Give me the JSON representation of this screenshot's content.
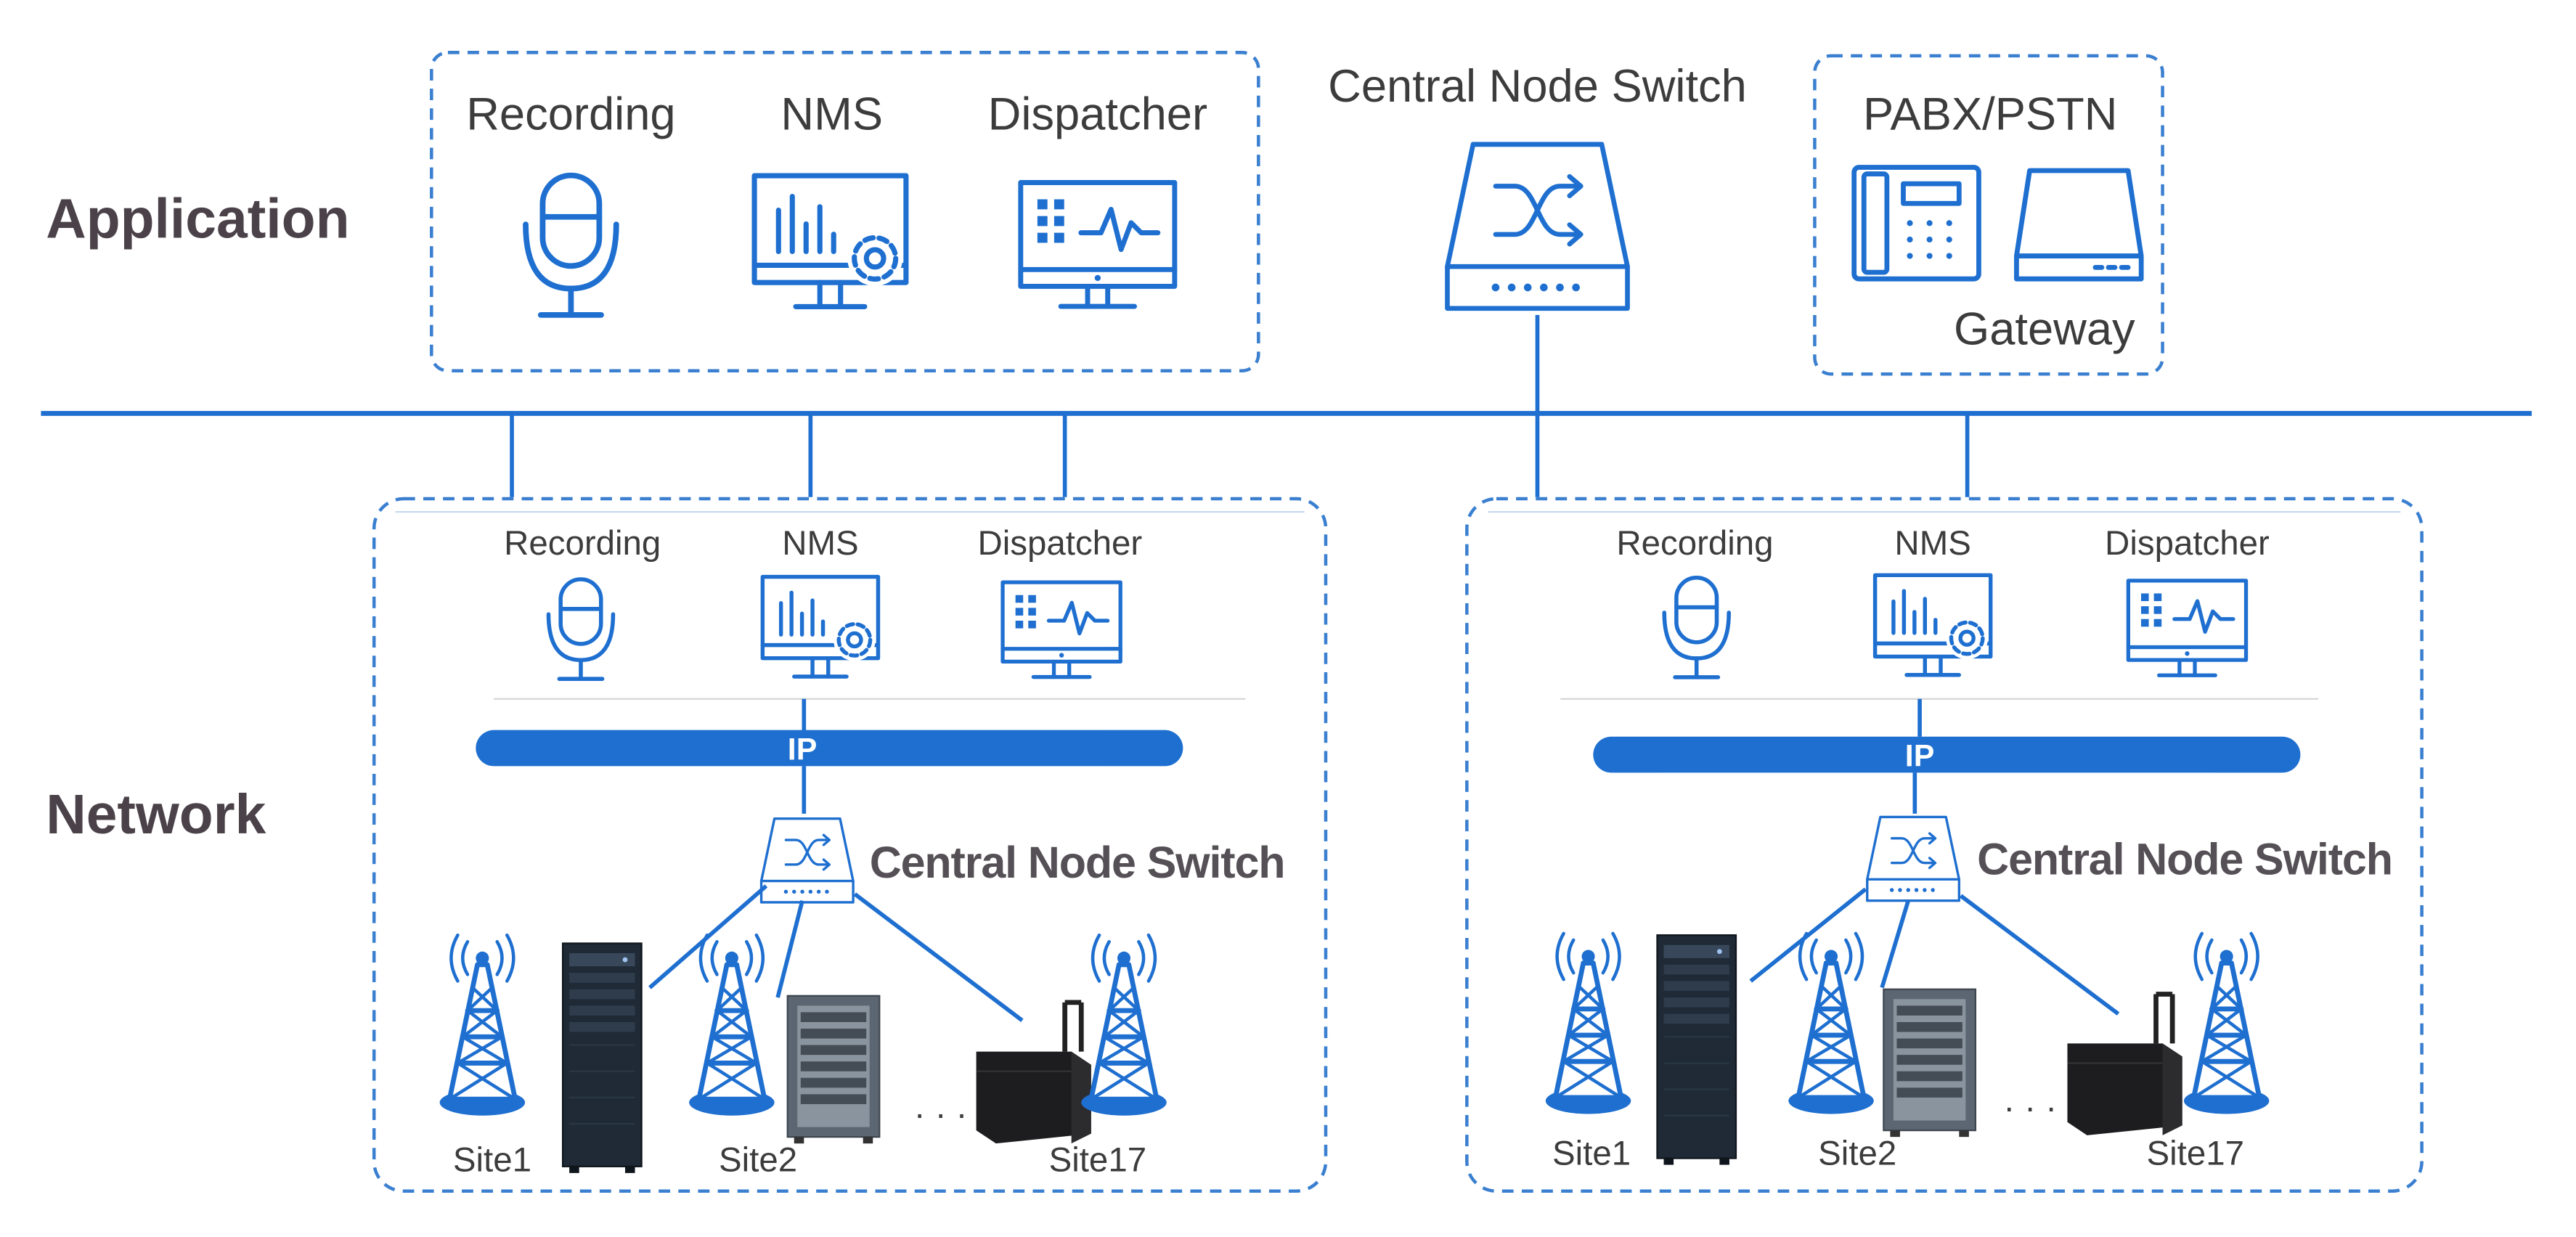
{
  "layers": {
    "application": "Application",
    "network": "Network"
  },
  "application_group": {
    "recording": "Recording",
    "nms": "NMS",
    "dispatcher": "Dispatcher"
  },
  "central_node_switch": "Central Node Switch",
  "pabx_group": {
    "title": "PABX/PSTN",
    "gateway": "Gateway"
  },
  "network_clusters": [
    {
      "recording": "Recording",
      "nms": "NMS",
      "dispatcher": "Dispatcher",
      "ip": "IP",
      "switch": "Central Node Switch",
      "sites": [
        "Site1",
        "Site2",
        "Site17"
      ],
      "ellipsis": "· · ·"
    },
    {
      "recording": "Recording",
      "nms": "NMS",
      "dispatcher": "Dispatcher",
      "ip": "IP",
      "switch": "Central Node Switch",
      "sites": [
        "Site1",
        "Site2",
        "Site17"
      ],
      "ellipsis": "· · ·"
    }
  ],
  "colors": {
    "accent": "#1e6fd0",
    "label": "#4a4248",
    "rack": "#1f2a36"
  }
}
